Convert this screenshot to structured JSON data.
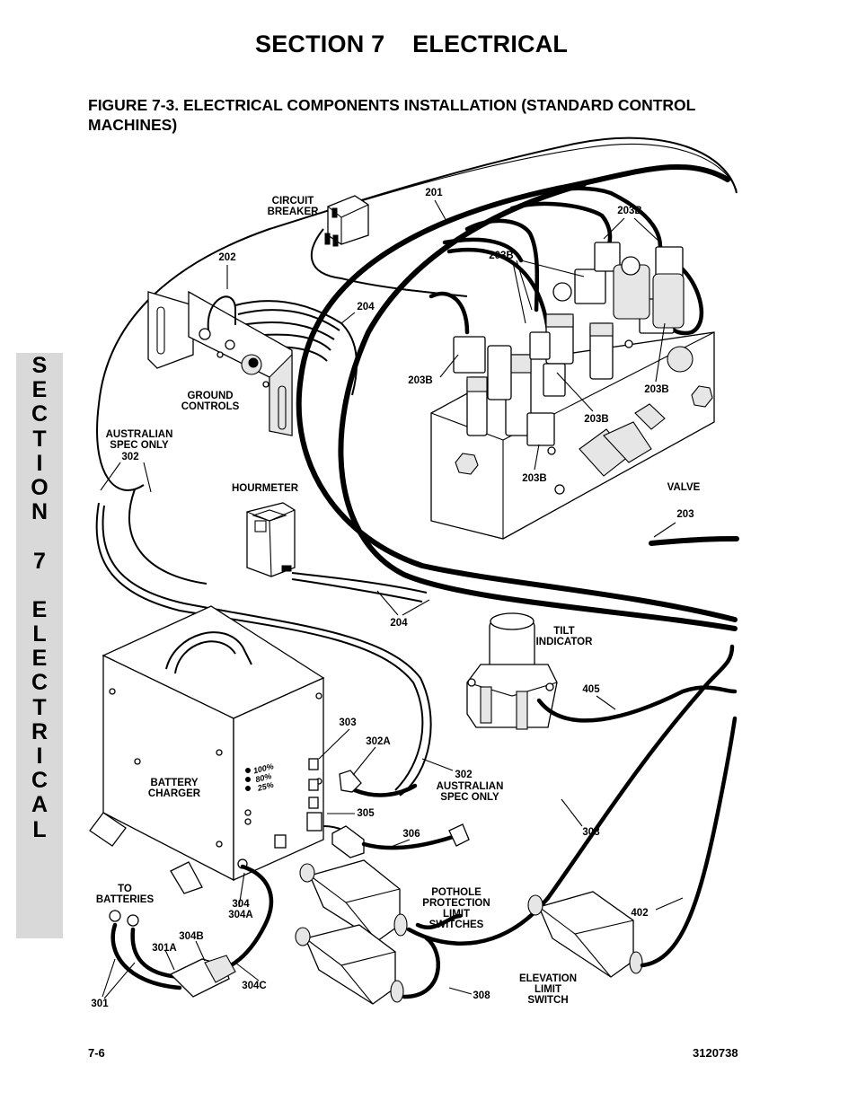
{
  "header": {
    "section_title": "SECTION 7    ELECTRICAL",
    "figure_title": "FIGURE 7-3. ELECTRICAL COMPONENTS INSTALLATION (STANDARD CONTROL MACHINES)"
  },
  "side_tab": {
    "letters": [
      "S",
      "E",
      "C",
      "T",
      "I",
      "O",
      "N",
      "",
      "7",
      "",
      "E",
      "L",
      "E",
      "C",
      "T",
      "R",
      "I",
      "C",
      "A",
      "L"
    ]
  },
  "labels": {
    "circuit_breaker": [
      "CIRCUIT",
      "BREAKER"
    ],
    "c201": "201",
    "c202": "202",
    "c204_top": "204",
    "c203b_top_right": "203B",
    "c203b_upper_mid": "203B",
    "c203b_left": "203B",
    "c203b_right": "203B",
    "c203b_center": "203B",
    "c203b_lower": "203B",
    "ground_controls": [
      "GROUND",
      "CONTROLS"
    ],
    "australian_spec_top": [
      "AUSTRALIAN",
      "SPEC ONLY"
    ],
    "c302_top": "302",
    "hourmeter": "HOURMETER",
    "valve": "VALVE",
    "c203": "203",
    "c204_bottom": "204",
    "tilt_indicator": [
      "TILT",
      "INDICATOR"
    ],
    "c405": "405",
    "c303": "303",
    "c302a": "302A",
    "c302_bottom": "302",
    "australian_spec_bottom": [
      "AUSTRALIAN",
      "SPEC ONLY"
    ],
    "battery_charger": [
      "BATTERY",
      "CHARGER"
    ],
    "c305": "305",
    "c306": "306",
    "c308_right": "308",
    "to_batteries": [
      "TO",
      "BATTERIES"
    ],
    "c304": "304",
    "c304a": "304A",
    "c304b": "304B",
    "c301a": "301A",
    "c301": "301",
    "c304c": "304C",
    "pothole": [
      "POTHOLE",
      "PROTECTION",
      "LIMIT",
      "SWITCHES"
    ],
    "c308_bottom": "308",
    "c402": "402",
    "elevation_switch": [
      "ELEVATION",
      "LIMIT",
      "SWITCH"
    ],
    "charger_pct": [
      "100%",
      "80%",
      "25%"
    ]
  },
  "footer": {
    "page_number": "7-6",
    "doc_number": "3120738"
  }
}
